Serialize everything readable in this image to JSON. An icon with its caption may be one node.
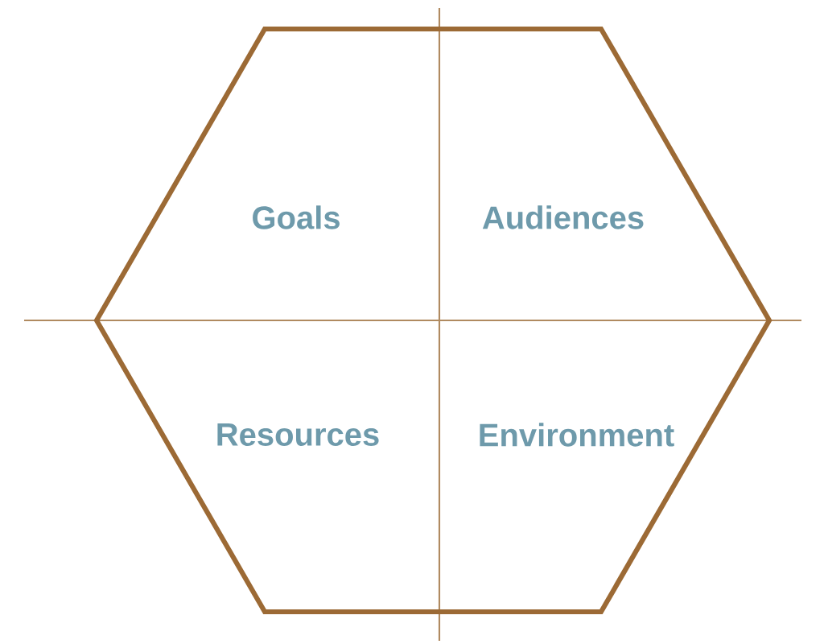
{
  "diagram": {
    "nodes": [
      {
        "text": [
          "Goals",
          "Audiences",
          "Resources",
          "Environment"
        ]
      }
    ]
  }
}
